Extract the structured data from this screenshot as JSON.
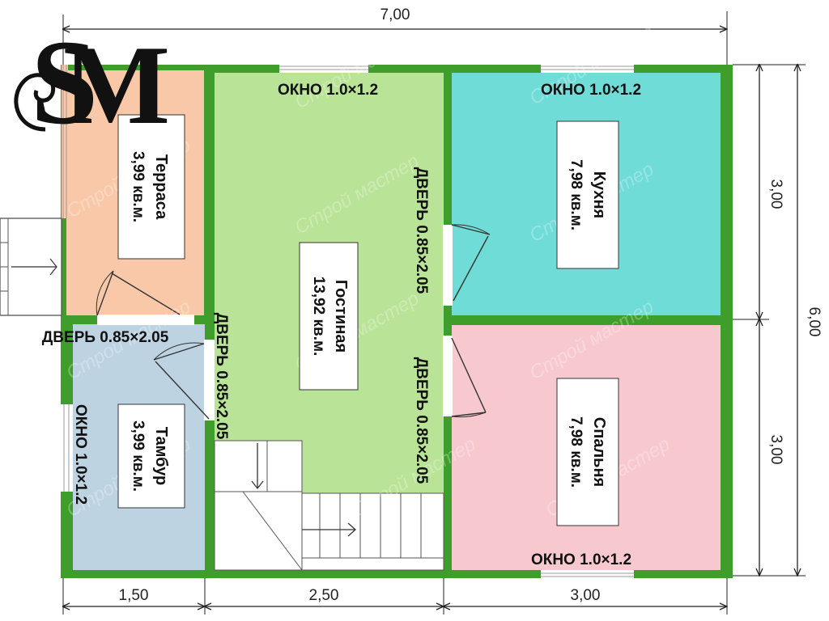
{
  "logo": {
    "text": "SM",
    "letters": [
      "S",
      "M"
    ]
  },
  "dimensions": {
    "total_width": "7,00",
    "total_height": "6,00",
    "right_top": "3,00",
    "right_bottom": "3,00",
    "bottom_left": "1,50",
    "bottom_mid": "2,50",
    "bottom_right": "3,00"
  },
  "rooms": {
    "terrace": {
      "name": "Терраса",
      "area": "3,99 кв.м."
    },
    "tambur": {
      "name": "Тамбур",
      "area": "3,99 кв.м."
    },
    "living": {
      "name": "Гостиная",
      "area": "13,92 кв.м."
    },
    "kitchen": {
      "name": "Кухня",
      "area": "7,98 кв.м."
    },
    "bedroom": {
      "name": "Спальня",
      "area": "7,98 кв.м."
    }
  },
  "labels": {
    "window_living": "ОКНО 1.0×1.2",
    "window_kitchen": "ОКНО 1.0×1.2",
    "window_bedroom": "ОКНО 1.0×1.2",
    "window_tambur": "ОКНО 1.0×1.2",
    "door_entrance": "ДВЕРЬ 0.85×2.05",
    "door_tambur": "ДВЕРЬ 0.85×2.05",
    "door_kitchen": "ДВЕРЬ 0.85×2.05",
    "door_bedroom": "ДВЕРЬ 0.85×2.05"
  },
  "watermark": "Строй мастер",
  "colors": {
    "wall": "#3f9e2b",
    "terrace": "#f9c8a8",
    "tambur": "#bdd3e2",
    "living": "#b9e396",
    "kitchen": "#6fdcd8",
    "bedroom": "#f7c9cf"
  }
}
